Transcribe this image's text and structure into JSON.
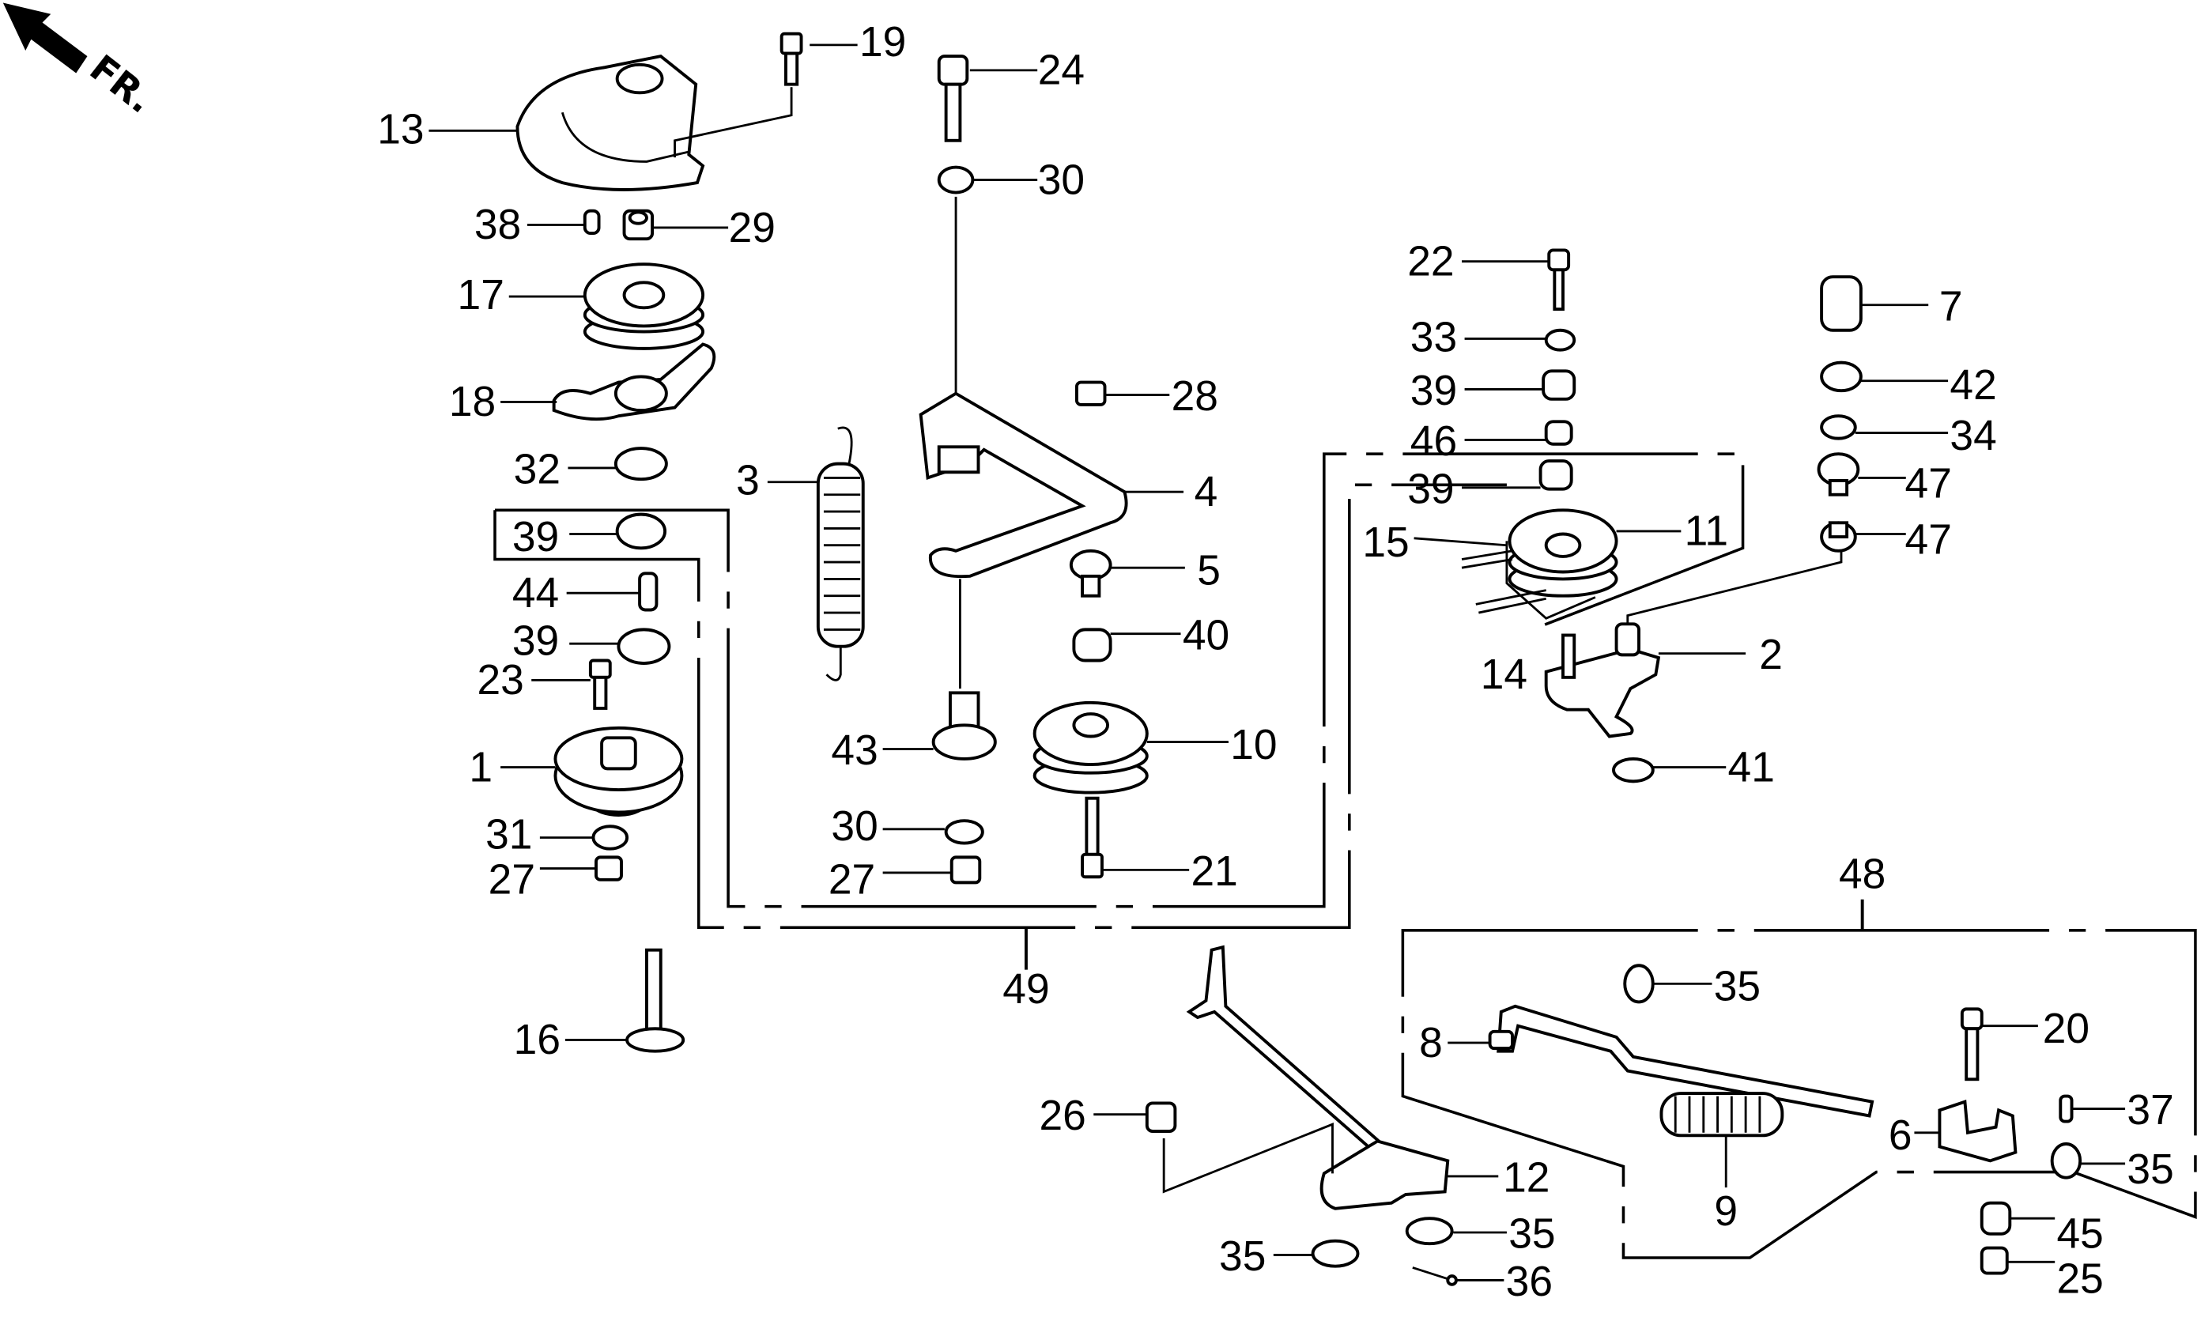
{
  "diagram": {
    "title": "Idler pulley / tension arm assembly exploded parts diagram",
    "direction_indicator": {
      "label": "FR.",
      "icon": "front-arrow-icon"
    },
    "callouts": [
      {
        "id": "c19",
        "label": "19"
      },
      {
        "id": "c24",
        "label": "24"
      },
      {
        "id": "c13",
        "label": "13"
      },
      {
        "id": "c30a",
        "label": "30"
      },
      {
        "id": "c38",
        "label": "38"
      },
      {
        "id": "c29",
        "label": "29"
      },
      {
        "id": "c17",
        "label": "17"
      },
      {
        "id": "c18",
        "label": "18"
      },
      {
        "id": "c28",
        "label": "28"
      },
      {
        "id": "c32",
        "label": "32"
      },
      {
        "id": "c3",
        "label": "3"
      },
      {
        "id": "c4",
        "label": "4"
      },
      {
        "id": "c39a",
        "label": "39"
      },
      {
        "id": "c5",
        "label": "5"
      },
      {
        "id": "c44",
        "label": "44"
      },
      {
        "id": "c39b",
        "label": "39"
      },
      {
        "id": "c40",
        "label": "40"
      },
      {
        "id": "c23",
        "label": "23"
      },
      {
        "id": "c43",
        "label": "43"
      },
      {
        "id": "c10",
        "label": "10"
      },
      {
        "id": "c1",
        "label": "1"
      },
      {
        "id": "c30b",
        "label": "30"
      },
      {
        "id": "c31",
        "label": "31"
      },
      {
        "id": "c27a",
        "label": "27"
      },
      {
        "id": "c27b",
        "label": "27"
      },
      {
        "id": "c21",
        "label": "21"
      },
      {
        "id": "c49",
        "label": "49"
      },
      {
        "id": "c16",
        "label": "16"
      },
      {
        "id": "c22",
        "label": "22"
      },
      {
        "id": "c33",
        "label": "33"
      },
      {
        "id": "c39c",
        "label": "39"
      },
      {
        "id": "c46",
        "label": "46"
      },
      {
        "id": "c39d",
        "label": "39"
      },
      {
        "id": "c15",
        "label": "15"
      },
      {
        "id": "c11",
        "label": "11"
      },
      {
        "id": "c14",
        "label": "14"
      },
      {
        "id": "c2",
        "label": "2"
      },
      {
        "id": "c41",
        "label": "41"
      },
      {
        "id": "c7",
        "label": "7"
      },
      {
        "id": "c42",
        "label": "42"
      },
      {
        "id": "c34",
        "label": "34"
      },
      {
        "id": "c47a",
        "label": "47"
      },
      {
        "id": "c47b",
        "label": "47"
      },
      {
        "id": "c48",
        "label": "48"
      },
      {
        "id": "c35a",
        "label": "35"
      },
      {
        "id": "c8",
        "label": "8"
      },
      {
        "id": "c20",
        "label": "20"
      },
      {
        "id": "c37",
        "label": "37"
      },
      {
        "id": "c6",
        "label": "6"
      },
      {
        "id": "c35b",
        "label": "35"
      },
      {
        "id": "c9",
        "label": "9"
      },
      {
        "id": "c26",
        "label": "26"
      },
      {
        "id": "c12",
        "label": "12"
      },
      {
        "id": "c35c",
        "label": "35"
      },
      {
        "id": "c35d",
        "label": "35"
      },
      {
        "id": "c36",
        "label": "36"
      },
      {
        "id": "c45",
        "label": "45"
      },
      {
        "id": "c25",
        "label": "25"
      }
    ]
  }
}
